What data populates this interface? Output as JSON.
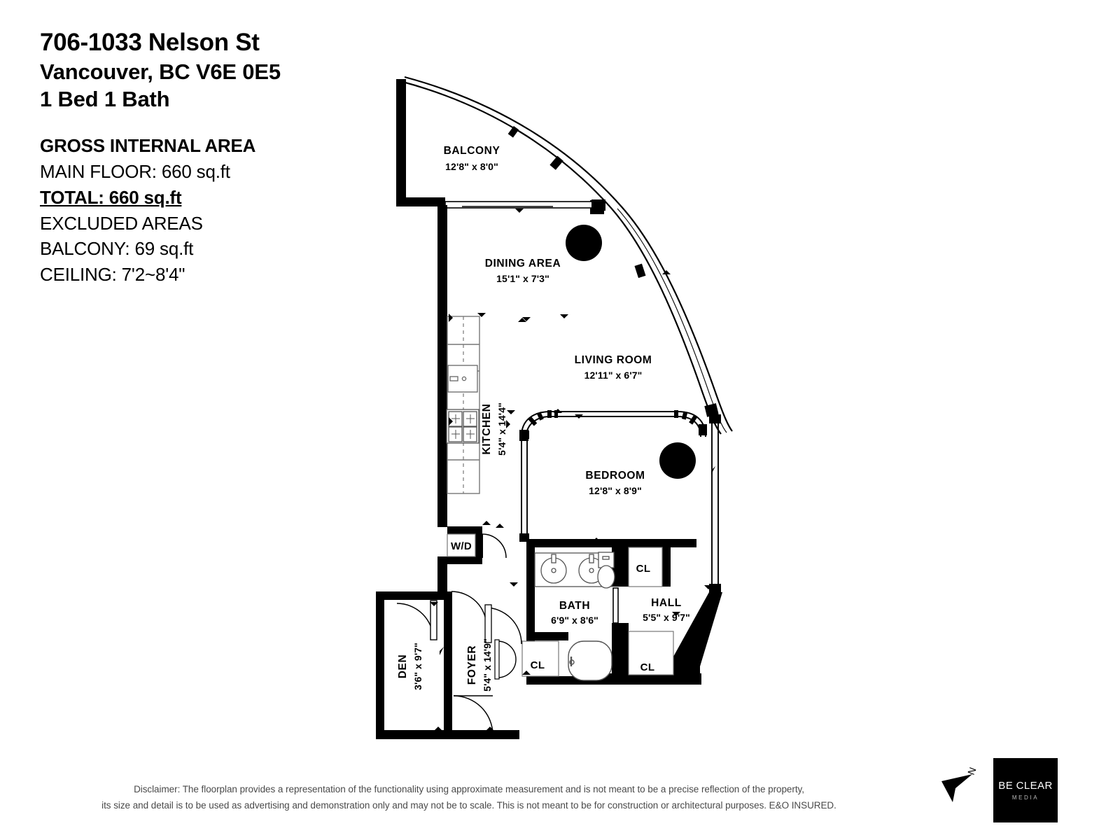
{
  "header": {
    "address_line1": "706-1033 Nelson St",
    "address_line2": "Vancouver, BC V6E 0E5",
    "address_line3": "1 Bed 1 Bath",
    "gia_title": "GROSS INTERNAL AREA",
    "main_floor": "MAIN FLOOR: 660 sq.ft",
    "total": "TOTAL: 660 sq.ft",
    "excluded_title": "EXCLUDED AREAS",
    "balcony_excluded": "BALCONY: 69 sq.ft",
    "ceiling": "CEILING: 7'2~8'4\""
  },
  "rooms": [
    {
      "name": "BALCONY",
      "dim": "12'8\" x 8'0\""
    },
    {
      "name": "DINING AREA",
      "dim": "15'1\" x 7'3\""
    },
    {
      "name": "LIVING ROOM",
      "dim": "12'11\" x 6'7\""
    },
    {
      "name": "KITCHEN",
      "dim": "5'4\" x 14'4\""
    },
    {
      "name": "BEDROOM",
      "dim": "12'8\" x 8'9\""
    },
    {
      "name": "BATH",
      "dim": "6'9\" x 8'6\""
    },
    {
      "name": "HALL",
      "dim": "5'5\" x 9'7\""
    },
    {
      "name": "FOYER",
      "dim": "5'4\" x 14'9\""
    },
    {
      "name": "DEN",
      "dim": "3'6\" x 9'7\""
    }
  ],
  "closets": {
    "washer_dryer": "W/D",
    "cl_hall_upper": "CL",
    "cl_hall_lower": "CL",
    "cl_foyer": "CL"
  },
  "disclaimer": {
    "line1": "Disclaimer: The floorplan provides a representation of the functionality using approximate measurement and is not meant to be a precise reflection of the property,",
    "line2": "its size and detail is to be used as advertising and demonstration only and may not be to scale. This is not meant to be for construction or architectural purposes. E&O INSURED."
  },
  "branding": {
    "logo_main": "BE CLEAR",
    "logo_sub": "MEDIA",
    "north_letter": "N"
  },
  "colors": {
    "wall": "#000000",
    "background": "#ffffff",
    "fixture_line": "#555555",
    "disclaimer_text": "#4a4a4a"
  }
}
